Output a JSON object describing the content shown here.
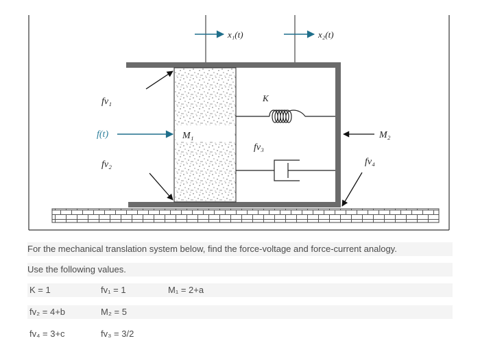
{
  "diagram": {
    "x1_label": "x₁(t)",
    "x2_label": "x₂(t)",
    "K_label": "K",
    "fv1_label": "fv₁",
    "ft_label": "f(t)",
    "M1_label": "M₁",
    "M2_label": "M₂",
    "fv2_label": "fv₂",
    "fv3_label": "fv₃",
    "fv4_label": "fv₄"
  },
  "problem": {
    "statement": "For the mechanical translation system below, find the force-voltage and force-current analogy.",
    "instruction": "Use the following values.",
    "values": [
      [
        "K = 1",
        "fv₁ = 1",
        "M₁ = 2+a"
      ],
      [
        "fv₂ = 4+b",
        "M₂ = 5"
      ],
      [
        "fv₄ = 3+c",
        "fv₃ = 3/2"
      ]
    ]
  }
}
